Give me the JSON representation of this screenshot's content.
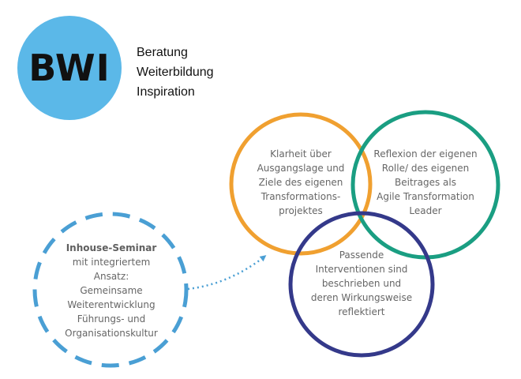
{
  "logo": {
    "text": "BWI",
    "circle_color": "#5bb8e8"
  },
  "tagline": [
    "Beratung",
    "Weiterbildung",
    "Inspiration"
  ],
  "circles": [
    {
      "id": "orange",
      "color": "#f0a030",
      "lines": [
        "Klarheit über",
        "Ausgangslage und",
        "Ziele des eigenen",
        "Transformations-",
        "projektes"
      ]
    },
    {
      "id": "teal",
      "color": "#1a9e82",
      "lines": [
        "Reflexion der eigenen",
        "Rolle/ des eigenen",
        "Beitrages als",
        "Agile Transformation",
        "Leader"
      ]
    },
    {
      "id": "navy",
      "color": "#34398a",
      "lines": [
        "Passende",
        "Interventionen sind",
        "beschrieben und",
        "deren Wirkungsweise",
        "reflektiert"
      ]
    }
  ],
  "seminar": {
    "title": "Inhouse-Seminar",
    "lines": [
      "mit integriertem",
      "Ansatz:",
      "Gemeinsame",
      "Weiterentwicklung",
      "Führungs- und",
      "Organisationskultur"
    ],
    "border_color": "#4a9fd4"
  }
}
